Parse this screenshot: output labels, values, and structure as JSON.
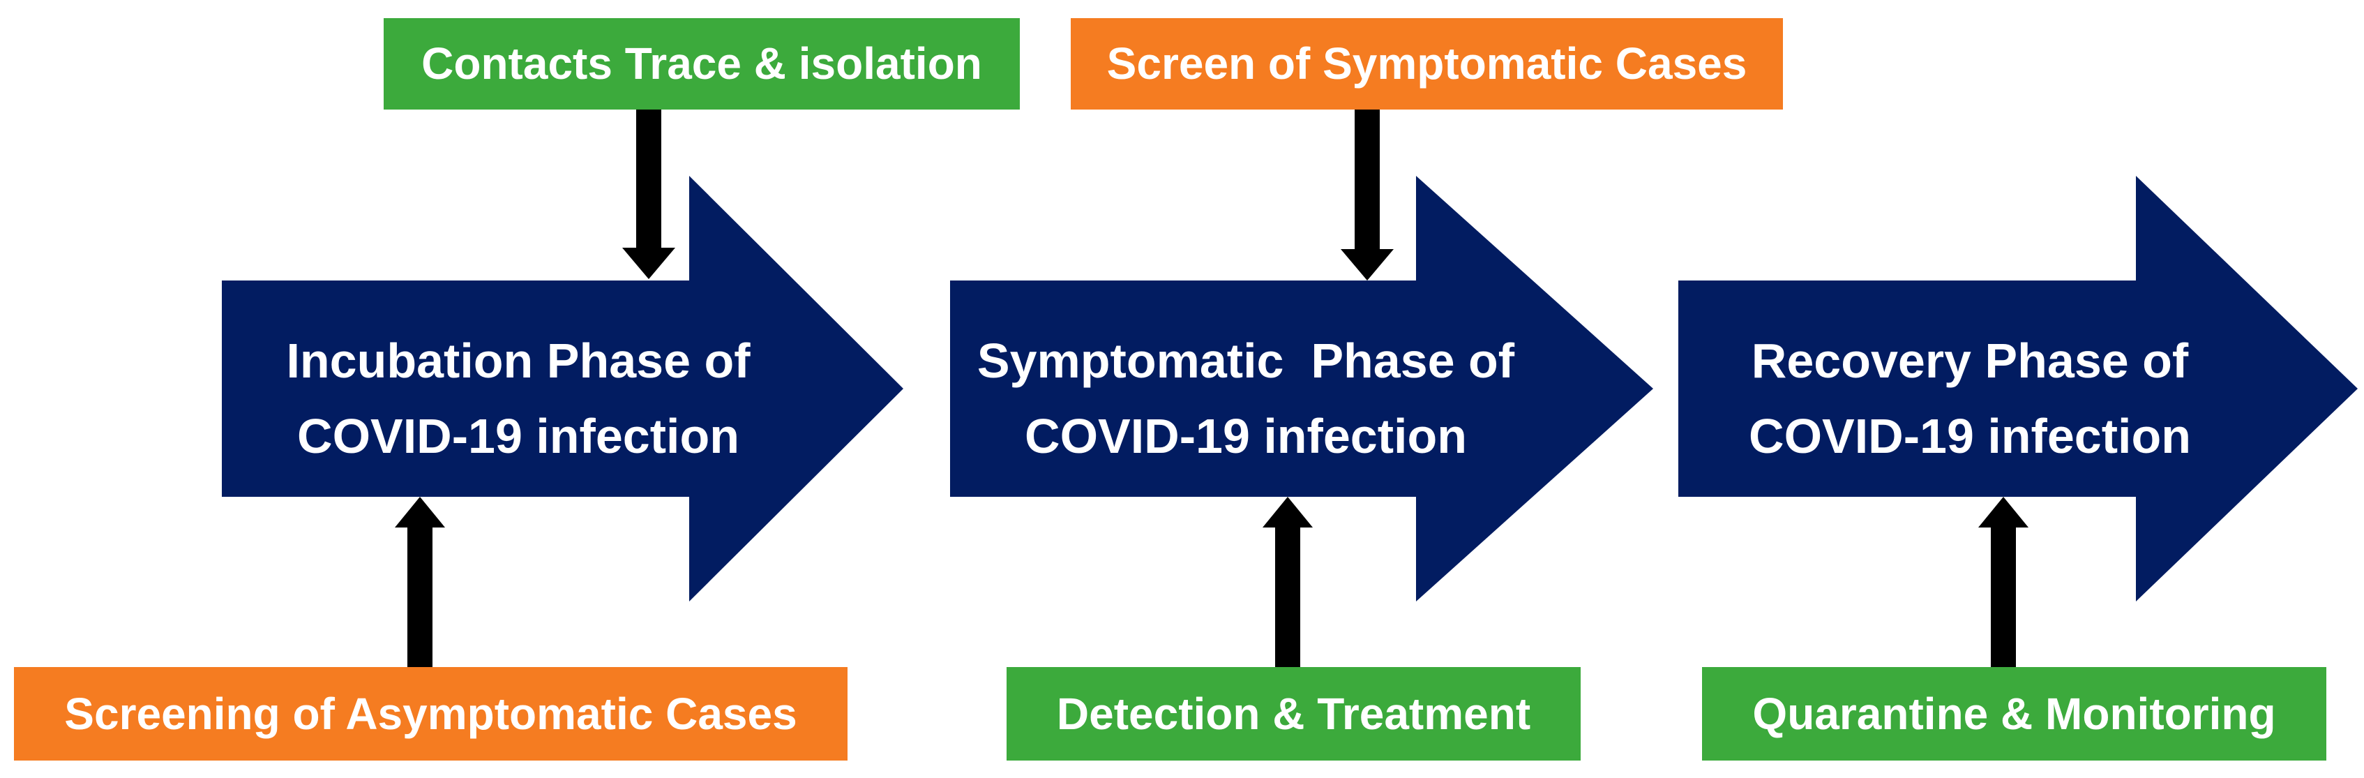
{
  "diagram": {
    "colors": {
      "navy": "#021c61",
      "green": "#3caa3c",
      "orange": "#f57c21",
      "connector": "#000000",
      "label_text": "#ffffff"
    },
    "phases": [
      {
        "line1": "Incubation Phase of",
        "line2": "COVID-19 infection"
      },
      {
        "line1": "Symptomatic  Phase of",
        "line2": "COVID-19 infection"
      },
      {
        "line1": "Recovery Phase of",
        "line2": "COVID-19 infection"
      }
    ],
    "interventions": {
      "top": [
        {
          "label": "Contacts Trace & isolation"
        },
        {
          "label": "Screen of Symptomatic Cases"
        }
      ],
      "bottom": [
        {
          "label": "Screening of Asymptomatic Cases"
        },
        {
          "label": "Detection & Treatment"
        },
        {
          "label": "Quarantine & Monitoring"
        }
      ]
    }
  }
}
